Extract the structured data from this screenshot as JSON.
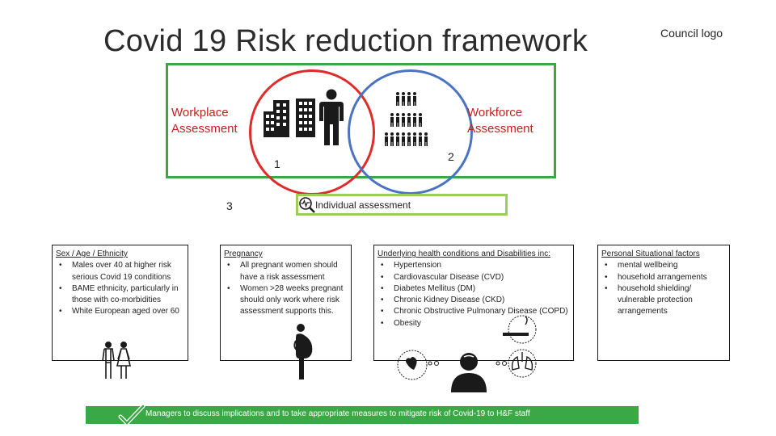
{
  "title": "Covid 19 Risk reduction framework",
  "logo_placeholder": "Council logo",
  "workplace": {
    "label": "Workplace Assessment",
    "number": "1"
  },
  "workforce": {
    "label": "Workforce Assessment",
    "number": "2"
  },
  "individual": {
    "label": "Individual assessment",
    "number": "3"
  },
  "columns": [
    {
      "heading": "Sex / Age / Ethnicity",
      "items": [
        "Males over 40 at higher risk serious Covid 19 conditions",
        "BAME ethnicity, particularly in those with co-morbidities",
        "White European aged over 60"
      ]
    },
    {
      "heading": "Pregnancy",
      "items": [
        "All pregnant women should have a risk assessment",
        "Women >28 weeks pregnant should only work where risk assessment supports this."
      ]
    },
    {
      "heading": "Underlying health conditions and Disabilities inc:",
      "items": [
        "Hypertension",
        "Cardiovascular Disease (CVD)",
        "Diabetes Mellitus (DM)",
        "Chronic Kidney Disease (CKD)",
        "Chronic Obstructive Pulmonary Disease (COPD)",
        "Obesity"
      ]
    },
    {
      "heading": "Personal Situational factors",
      "items": [
        "mental wellbeing",
        "household arrangements",
        "household shielding/ vulnerable protection arrangements"
      ]
    }
  ],
  "footer": "Managers to discuss implications and to take appropriate measures to mitigate risk of Covid-19 to H&F staff",
  "colors": {
    "green": "#3aa945",
    "light_green": "#9ccf5a",
    "red": "#e02b2b",
    "blue": "#4a73c4",
    "label_red": "#c81e1e"
  },
  "icons": [
    "buildings-icon",
    "person-icon",
    "crowd-icon",
    "magnifier-pulse-icon",
    "couple-icon",
    "pregnant-woman-icon",
    "health-conditions-icon",
    "checkmark-icon"
  ]
}
